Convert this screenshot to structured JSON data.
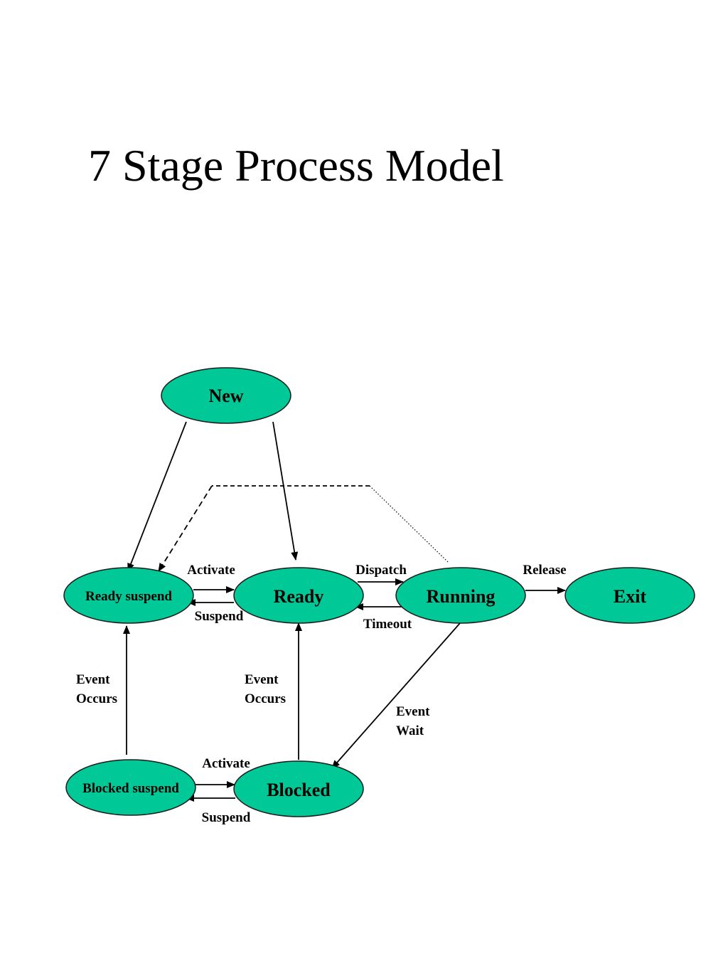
{
  "title": "7 Stage Process Model",
  "colors": {
    "node_fill": "#00c896",
    "node_stroke": "#1a1a1a",
    "edge": "#000000",
    "text": "#000000"
  },
  "nodes": {
    "new": "New",
    "ready_suspend": "Ready suspend",
    "ready": "Ready",
    "running": "Running",
    "exit": "Exit",
    "blocked_suspend": "Blocked suspend",
    "blocked": "Blocked"
  },
  "edge_labels": {
    "activate_top": "Activate",
    "suspend_top": "Suspend",
    "dispatch": "Dispatch",
    "timeout": "Timeout",
    "release": "Release",
    "event_occurs_left": [
      "Event",
      "Occurs"
    ],
    "event_occurs_mid": [
      "Event",
      "Occurs"
    ],
    "event_wait": [
      "Event",
      "Wait"
    ],
    "activate_bottom": "Activate",
    "suspend_bottom": "Suspend"
  }
}
